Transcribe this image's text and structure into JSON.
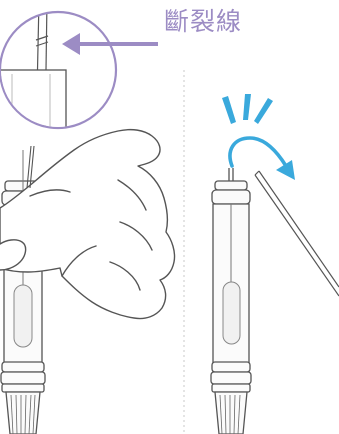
{
  "callout": {
    "label": "斷裂線",
    "color": "#9c8cc4"
  },
  "colors": {
    "line": "#555555",
    "skin": "#ffffff",
    "tube_fill": "#fbfbfb",
    "inner_shade": "#f1f1f1",
    "divider": "#c8c8c8",
    "accent_blue": "#3aa9dc"
  },
  "icons": {
    "magnifier": "zoom-circle",
    "break_burst": "impact-lines",
    "bend_arrow": "curved-arrow"
  }
}
